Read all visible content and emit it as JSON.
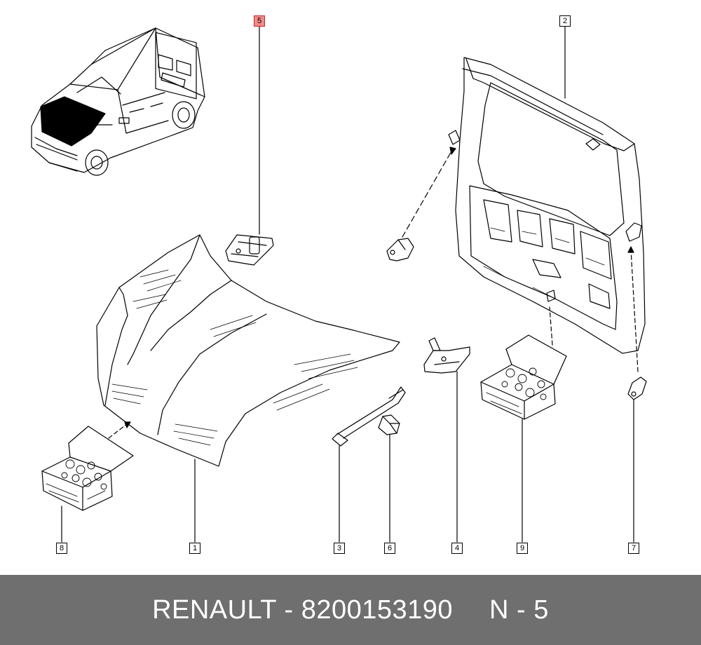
{
  "callouts": {
    "c1": "1",
    "c2": "2",
    "c3": "3",
    "c4": "4",
    "c5": "5",
    "c6": "6",
    "c7": "7",
    "c8": "8",
    "c9": "9"
  },
  "footer": {
    "part_text": "RENAULT - 8200153190",
    "position_text": "N - 5"
  },
  "colors": {
    "highlight": "#f08a8a",
    "footer_bg": "#6f6f6f"
  }
}
